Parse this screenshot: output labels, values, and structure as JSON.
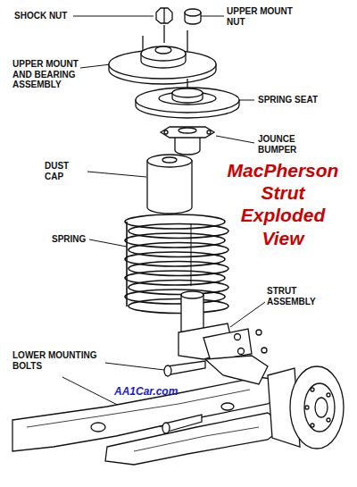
{
  "diagram": {
    "title": "MacPherson Strut Exploded View",
    "labels": [
      "SHOCK NUT",
      "UPPER MOUNT NUT",
      "UPPER MOUNT AND BEARING ASSEMBLY",
      "SPRING SEAT",
      "JOUNCE BUMPER",
      "DUST CAP",
      "SPRING",
      "STRUT ASSEMBLY",
      "LOWER MOUNTING BOLTS",
      "AA1Car.com"
    ]
  }
}
